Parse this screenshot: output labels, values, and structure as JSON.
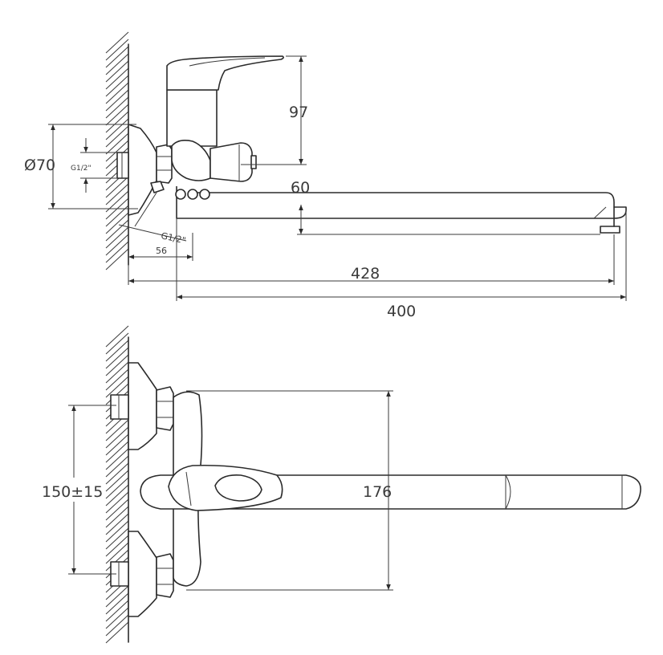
{
  "dimensions": {
    "d_97": "97",
    "d_60": "60",
    "d_phi70": "Ø70",
    "d_g12_top": "G1/2\"",
    "d_g12_bottom": "G1/2\"",
    "d_56": "56",
    "d_428": "428",
    "d_400": "400",
    "d_150": "150±15",
    "d_176": "176"
  },
  "colors": {
    "line": "#2b2b2b",
    "background": "#ffffff"
  }
}
